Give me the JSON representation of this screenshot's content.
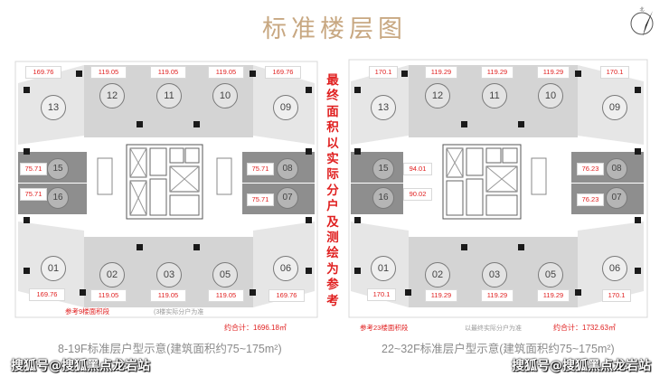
{
  "title": "标准楼层图",
  "vertical_note": "最终面积以实际分户及测绘为参考",
  "left_plan": {
    "areas": {
      "u13": "169.76",
      "u12": "119.05",
      "u11": "119.05",
      "u10": "119.05",
      "u09": "169.76",
      "u15": "75.71",
      "u16": "75.71",
      "u08": "75.71",
      "u07": "75.71",
      "u01": "169.76",
      "u02": "119.05",
      "u03": "119.05",
      "u05": "119.05",
      "u06": "169.76"
    },
    "ref_note": "参考9楼面积段",
    "gray_note": "(3楼实际分户为准",
    "total": "约合计：1696.18㎡",
    "caption": "8-19F标准层户型示意(建筑面积约75~175m²)"
  },
  "right_plan": {
    "areas": {
      "u13": "170.1",
      "u12": "119.29",
      "u11": "119.29",
      "u10": "119.29",
      "u09": "170.1",
      "u15": "94.01",
      "u16": "90.02",
      "u08": "76.23",
      "u07": "76.23",
      "u01": "170.1",
      "u02": "119.29",
      "u03": "119.29",
      "u05": "119.29",
      "u06": "170.1"
    },
    "ref_note": "参考23楼面积段",
    "gray_note": "以最终实际分户为准",
    "total": "约合计：1732.63㎡",
    "caption": "22~32F标准层户型示意(建筑面积约75~175m²)"
  },
  "unit_numbers": {
    "top": [
      "13",
      "12",
      "11",
      "10",
      "09"
    ],
    "mid_left": [
      "15",
      "16"
    ],
    "mid_right": [
      "08",
      "07"
    ],
    "bottom": [
      "01",
      "02",
      "03",
      "05",
      "06"
    ]
  },
  "watermark_left": "搜狐号@搜狐黑点龙岩站",
  "watermark_right": "搜狐号@搜狐黑点龙岩站",
  "colors": {
    "title": "#c8a882",
    "area_label": "#e02020",
    "unit_fill": "#d4d4d4",
    "corridor_fill": "#8e8e8e"
  }
}
